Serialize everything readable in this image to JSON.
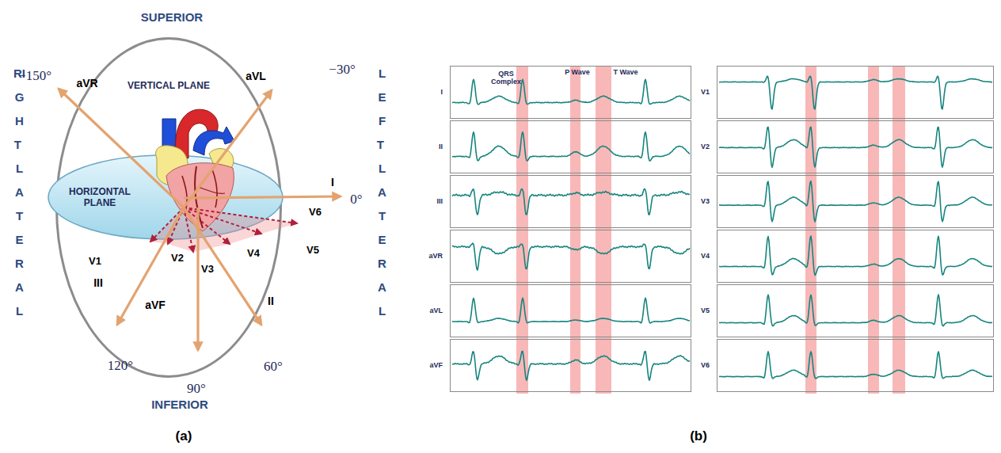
{
  "diagram": {
    "nodes": [
      {
        "text": [
          "VERTICAL PLANE"
        ]
      },
      {
        "text": [
          "HORIZONTAL PLANE"
        ],
        "in": 0
      },
      {
        "text": [
          "I"
        ]
      },
      {
        "text": [
          "II"
        ]
      },
      {
        "text": [
          "III"
        ]
      },
      {
        "text": [
          "aVR"
        ]
      },
      {
        "text": [
          "aVL"
        ]
      },
      {
        "text": [
          "aVF"
        ]
      },
      {
        "text": [
          "V1"
        ]
      },
      {
        "text": [
          "V2"
        ]
      },
      {
        "text": [
          "V3"
        ]
      },
      {
        "text": [
          "V4"
        ]
      },
      {
        "text": [
          "V5"
        ]
      },
      {
        "text": [
          "V6"
        ]
      }
    ],
    "labels": [
      "SUPERIOR",
      "RIGHT LATERAL",
      "LEFT LATERAL",
      "−150°",
      "aVR",
      "aVL",
      "−30°",
      "I",
      "0°",
      "V6",
      "V5",
      "V4",
      "V3",
      "V2",
      "V1",
      "III",
      "aVF",
      "II",
      "120°",
      "90°",
      "60°",
      "INFERIOR",
      "(a)",
      "QRS Complex",
      "P Wave",
      "T Wave",
      "(b)"
    ]
  }
}
